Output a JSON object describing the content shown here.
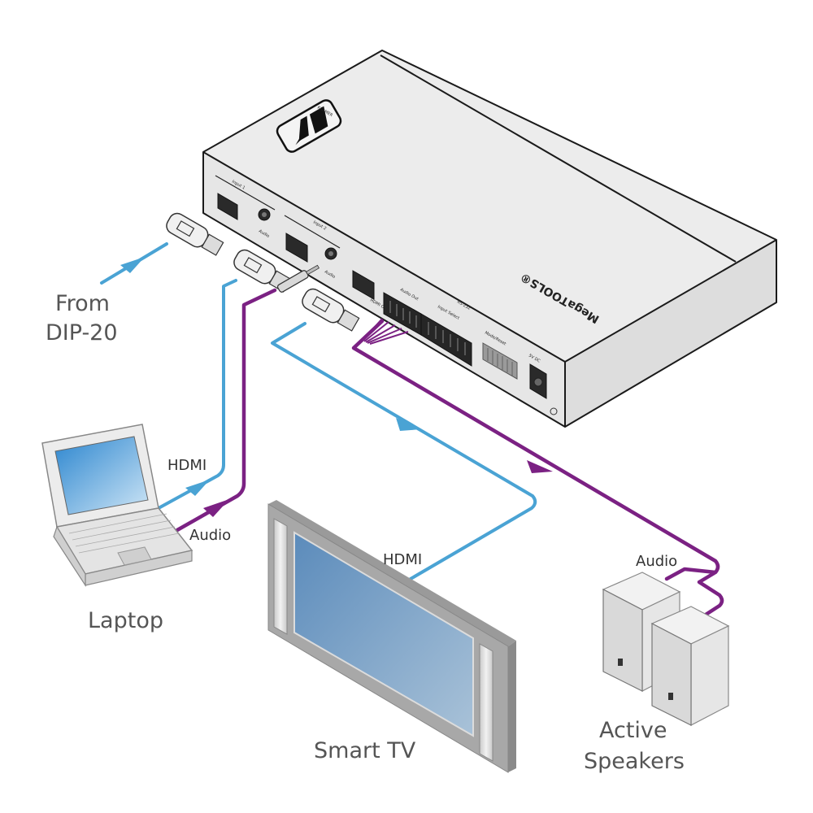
{
  "diagram": {
    "title": "Kramer MegaTOOLS switcher connection diagram",
    "colors": {
      "hdmi_cable": "#4aa3d4",
      "audio_cable": "#7b2183",
      "label_text": "#555555",
      "device_body": "#ececec",
      "tv_screen": "#6f9cc3",
      "laptop_screen": "#3a8fd0"
    },
    "device": {
      "brand_logo": "KRAMER",
      "product_line": "MegaTOOLS®",
      "panel_labels": {
        "input1": "Input 1",
        "input1_audio": "Audio",
        "input2": "Input 2",
        "input2_audio": "Audio",
        "hdmi_out": "HDMI Out",
        "audio_out": "Audio Out",
        "input_select": "Input Select",
        "rs232": "RS-232",
        "mode_reset": "Mode/Reset",
        "power": "5V DC"
      }
    },
    "sources": {
      "dip20": {
        "line1": "From",
        "line2": "DIP-20"
      },
      "laptop": {
        "label": "Laptop",
        "hdmi_label": "HDMI",
        "audio_label": "Audio"
      }
    },
    "destinations": {
      "tv": {
        "label": "Smart TV",
        "hdmi_label": "HDMI"
      },
      "speakers": {
        "line1": "Active",
        "line2": "Speakers",
        "audio_label": "Audio"
      }
    }
  }
}
